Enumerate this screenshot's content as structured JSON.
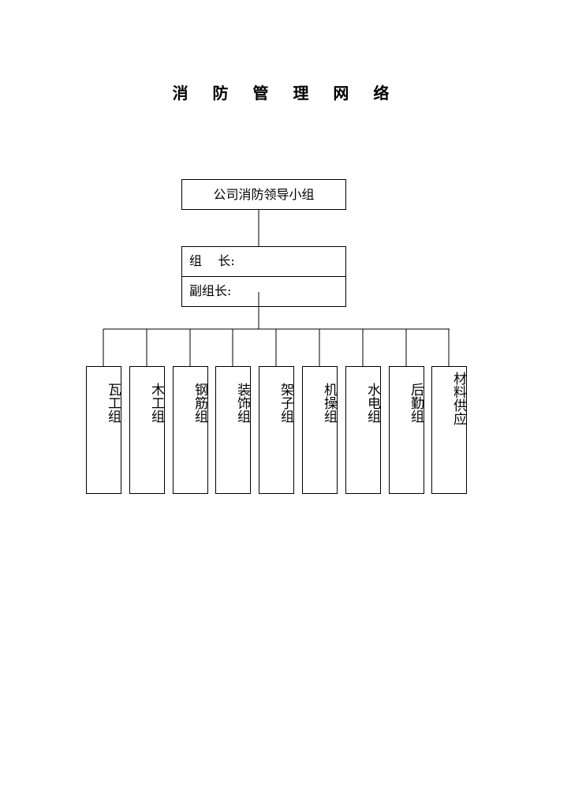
{
  "title": "消 防 管 理 网 络",
  "top_box": {
    "label": "公司消防领导小组"
  },
  "leader_box": {
    "leader_label": "组    长:",
    "deputy_label": "副组长:"
  },
  "groups": [
    {
      "label": "瓦工组"
    },
    {
      "label": "木工组"
    },
    {
      "label": "钢筋组"
    },
    {
      "label": "装饰组"
    },
    {
      "label": "架子组"
    },
    {
      "label": "机操组"
    },
    {
      "label": "水电组"
    },
    {
      "label": "后勤组"
    },
    {
      "label": "材料供应"
    }
  ]
}
